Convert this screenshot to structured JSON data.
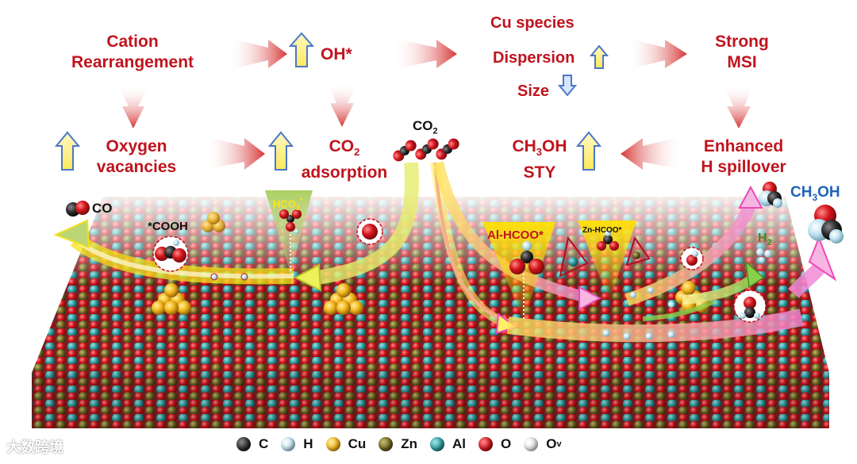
{
  "flow": {
    "cation_rearrangement": [
      "Cation",
      "Rearrangement"
    ],
    "oh": "OH*",
    "cu_species": "Cu species",
    "dispersion": "Dispersion",
    "size": "Size",
    "strong_msi": [
      "Strong",
      "MSI"
    ],
    "oxygen_vacancies": [
      "Oxygen",
      "vacancies"
    ],
    "co2_adsorption": [
      "CO",
      "2",
      "adsorption"
    ],
    "ch3oh_sty": [
      "CH",
      "3",
      "OH",
      "STY"
    ],
    "h_spillover": [
      "Enhanced",
      "H spillover"
    ]
  },
  "surface_labels": {
    "co2": [
      "CO",
      "2"
    ],
    "co": "CO",
    "cooh": "*COOH",
    "hco3": [
      "HCO",
      "3",
      "*"
    ],
    "al_hcoo": "Al-HCOO*",
    "zn_hcoo": "Zn-HCOO*",
    "h2": [
      "H",
      "2"
    ],
    "ch3oh": [
      "CH",
      "3",
      "OH"
    ]
  },
  "legend": [
    {
      "symbol": "C",
      "color": "#2e2e2e"
    },
    {
      "symbol": "H",
      "color": "#bfe3f0"
    },
    {
      "symbol": "Cu",
      "color": "#f2b51c"
    },
    {
      "symbol": "Zn",
      "color": "#6e6424"
    },
    {
      "symbol": "Al",
      "color": "#2f9da0"
    },
    {
      "symbol": "O",
      "color": "#d3141c"
    },
    {
      "symbol": "O",
      "sub": "v",
      "color": "#e6e6e6"
    }
  ],
  "watermark": "大数跨境"
}
